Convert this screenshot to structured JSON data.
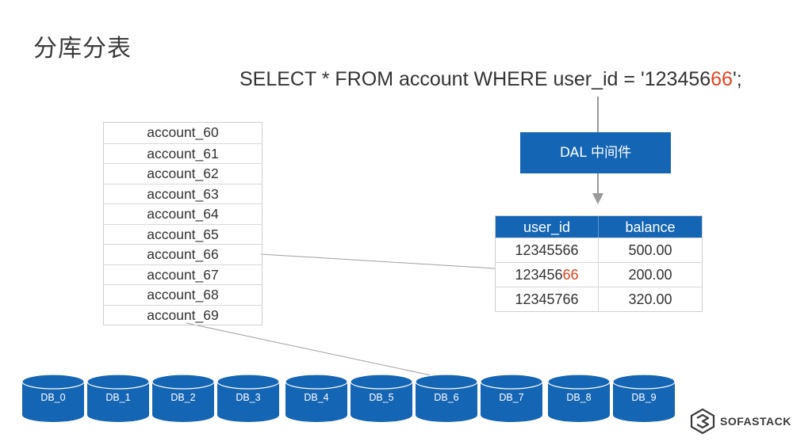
{
  "title": "分库分表",
  "sql": {
    "prefix": "SELECT * FROM account WHERE user_id = '123456",
    "highlight": "66",
    "suffix": "';"
  },
  "account_tables": [
    "account_60",
    "account_61",
    "account_62",
    "account_63",
    "account_64",
    "account_65",
    "account_66",
    "account_67",
    "account_68",
    "account_69"
  ],
  "dal_label": "DAL 中间件",
  "user_table": {
    "headers": [
      "user_id",
      "balance"
    ],
    "rows": [
      {
        "id_prefix": "12345566",
        "id_highlight": "",
        "balance": "500.00"
      },
      {
        "id_prefix": "123456",
        "id_highlight": "66",
        "balance": "200.00"
      },
      {
        "id_prefix": "12345766",
        "id_highlight": "",
        "balance": "320.00"
      }
    ]
  },
  "databases": [
    "DB_0",
    "DB_1",
    "DB_2",
    "DB_3",
    "DB_4",
    "DB_5",
    "DB_6",
    "DB_7",
    "DB_8",
    "DB_9"
  ],
  "brand": "SOFASTACK",
  "colors": {
    "accent_blue": "#1565b5",
    "db_blue": "#1565b5",
    "highlight_red": "#e2431e"
  }
}
